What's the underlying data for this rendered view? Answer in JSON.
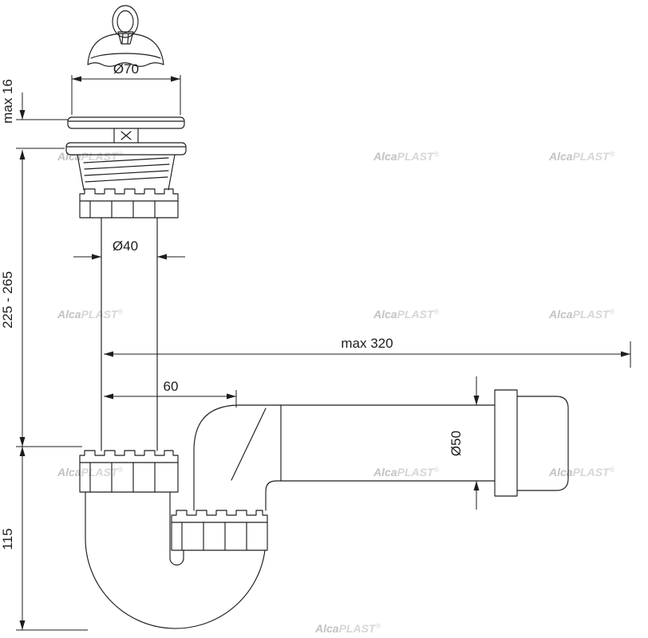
{
  "drawing": {
    "line_color": "#1d1d1d",
    "background": "#ffffff"
  },
  "watermark": {
    "alca": "Alca",
    "plast": "PLAST",
    "reg": "®",
    "color_bold": "#c2c2c2",
    "color_light": "#d6d6d6"
  },
  "dims": {
    "diameter_top": "Ø70",
    "flange_height": "max 16",
    "pipe_diameter": "Ø40",
    "adjust_range": "225 - 265",
    "outlet_reach": "max 320",
    "elbow_offset": "60",
    "outlet_diameter": "Ø50",
    "trap_height": "115"
  }
}
